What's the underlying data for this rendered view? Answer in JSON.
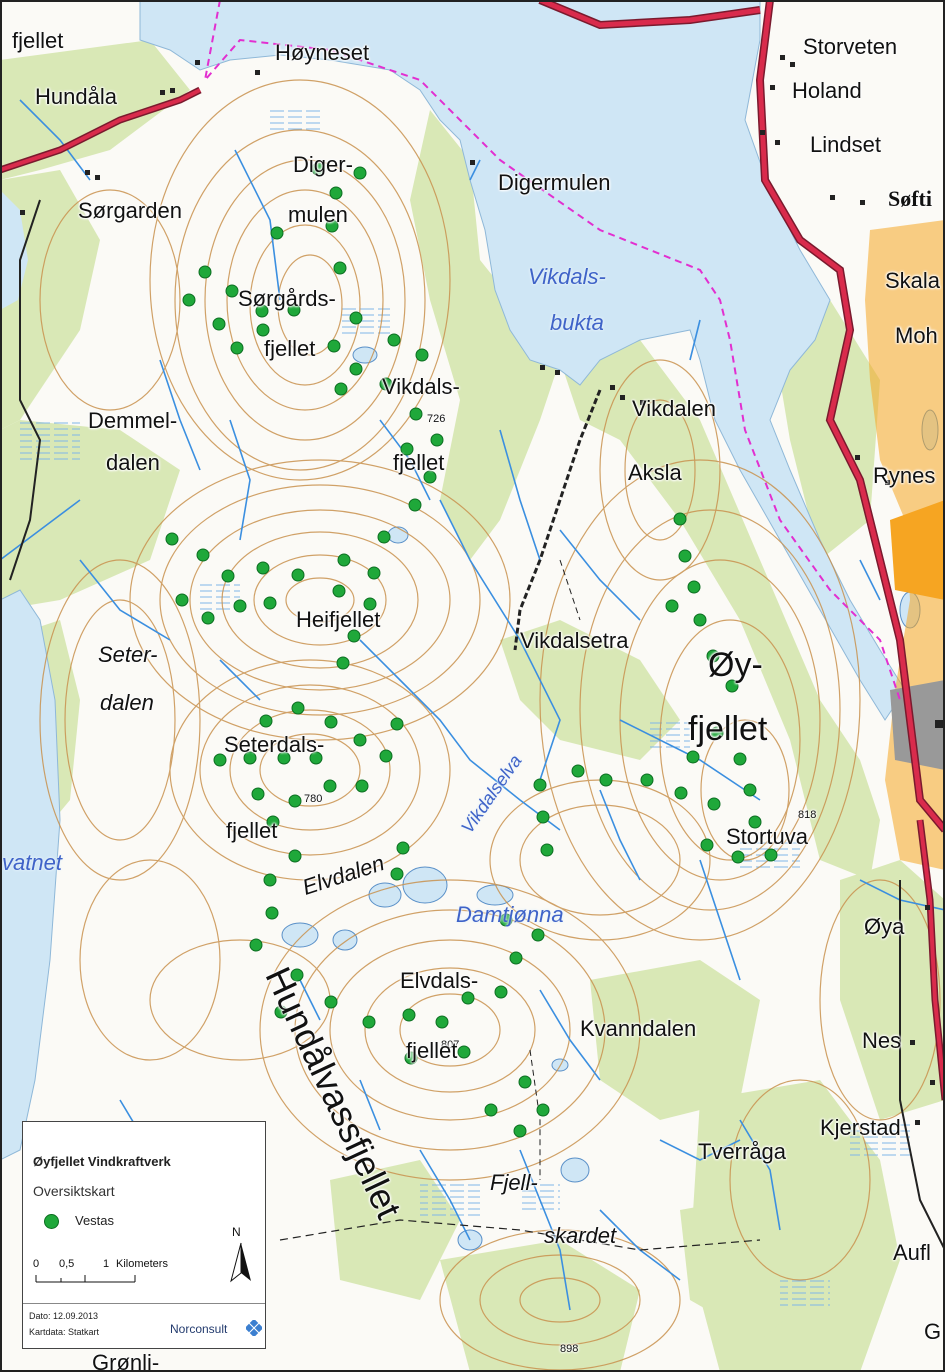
{
  "colors": {
    "water": "#cfe6f5",
    "water_deep": "#bcdcf0",
    "forest": "#d9e8b6",
    "terrain": "#fbfaf6",
    "contour": "#c9924f",
    "stream": "#3b8fe0",
    "road": "#d92b4c",
    "boundary": "#e22fd0",
    "urban": "#f6a522",
    "turbine": "#1fa83a"
  },
  "places": {
    "fjellet": "fjellet",
    "hoyneset": "Høyneset",
    "storveten": "Storveten",
    "holand": "Holand",
    "hundala": "Hundåla",
    "lindset": "Lindset",
    "sorgarden": "Sørgarden",
    "digermulen_1": "Diger-",
    "digermulen_2": "mulen",
    "digermulen_bay": "Digermulen",
    "softi": "Søfti",
    "skala": "Skala",
    "moh": "Moh",
    "sorgards_1": "Sørgårds-",
    "sorgards_2": "fjellet",
    "vikdalsbukta_1": "Vikdals-",
    "vikdalsbukta_2": "bukta",
    "vikdalsfj_1": "Vikdals-",
    "vikdalsfj_2": "fjellet",
    "height_726": "726",
    "vikdalen": "Vikdalen",
    "demmel_1": "Demmel-",
    "demmel_2": "dalen",
    "aksla": "Aksla",
    "rynes": "Rynes",
    "heifjellet": "Heifjellet",
    "vikdalsetra": "Vikdalsetra",
    "seter_1": "Seter-",
    "seter_2": "dalen",
    "oy_1": "Øy-",
    "oy_2": "fjellet",
    "seterdals_1": "Seterdals-",
    "seterdals_2": "fjellet",
    "height_780": "780",
    "vikdalselva": "Vikdalselva",
    "height_818": "818",
    "stortuva": "Stortuva",
    "vatnet": "vatnet",
    "elvdalen": "Elvdalen",
    "damtjonna": "Damtjønna",
    "oya": "Øya",
    "hundalvass": "Hundålvassfjellet",
    "elvdals_1": "Elvdals-",
    "elvdals_2": "fjellet",
    "height_807": "807",
    "kvanndalen": "Kvanndalen",
    "nes": "Nes",
    "kjerstad": "Kjerstad",
    "tverraga": "Tverråga",
    "fjell_1": "Fjell-",
    "fjell_2": "skardet",
    "aufl": "Aufl",
    "gronli": "Grønli-",
    "height_898": "898",
    "g": "G"
  },
  "legend": {
    "title": "Øyfjellet Vindkraftverk",
    "subtitle": "Oversiktskart",
    "item": "Vestas",
    "scale_0": "0",
    "scale_05": "0,5",
    "scale_1": "1",
    "scale_unit": "Kilometers",
    "north": "N",
    "date": "Dato: 12.09.2013",
    "mapdata": "Kartdata: Statkart",
    "brand": "Norconsult"
  },
  "turbine_count": 104
}
